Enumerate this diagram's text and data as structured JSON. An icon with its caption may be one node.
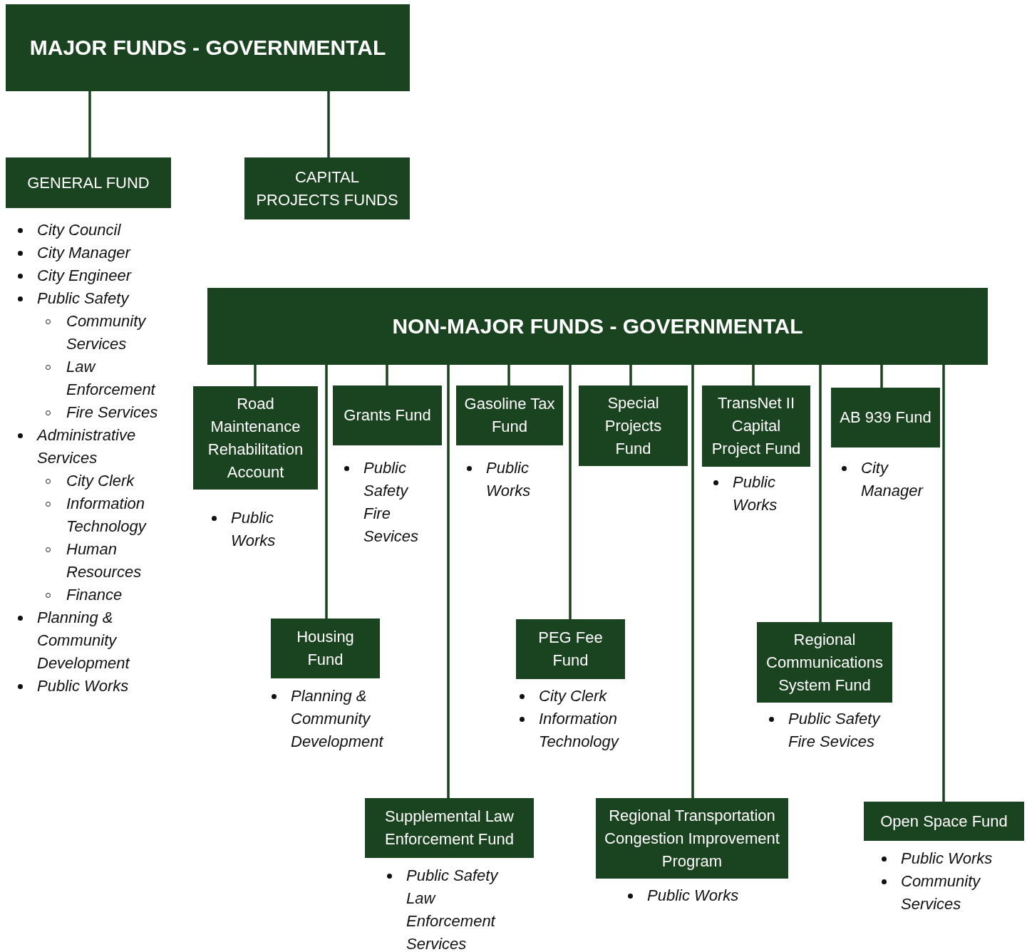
{
  "diagram": {
    "nodes": [
      {
        "text": [
          "MAJOR FUNDS - GOVERNMENTAL"
        ]
      },
      {
        "text": [
          "GENERAL FUND"
        ],
        "beside": [
          "City Council",
          "City Manager",
          "City Engineer",
          "Public Safety",
          "Community Services",
          "Law Enforcement",
          "Fire Services",
          "Administrative Services",
          "City Clerk",
          "Information Technology",
          "Human Resources",
          "Finance",
          "Planning & Community Development",
          "Public Works"
        ]
      },
      {
        "text": [
          "CAPITAL PROJECTS FUNDS"
        ]
      },
      {
        "text": [
          "NON-MAJOR FUNDS - GOVERNMENTAL"
        ]
      },
      {
        "text": [
          "Road Maintenance Rehabilitation Account"
        ],
        "beside": [
          "Public Works"
        ]
      },
      {
        "text": [
          "Grants Fund"
        ],
        "beside": [
          "Public Safety Fire Sevices"
        ]
      },
      {
        "text": [
          "Gasoline Tax Fund"
        ],
        "beside": [
          "Public Works"
        ]
      },
      {
        "text": [
          "Special Projects Fund"
        ]
      },
      {
        "text": [
          "TransNet II Capital Project Fund"
        ],
        "beside": [
          "Public Works"
        ]
      },
      {
        "text": [
          "AB 939 Fund"
        ],
        "beside": [
          "City Manager"
        ]
      },
      {
        "text": [
          "Housing Fund"
        ],
        "beside": [
          "Planning & Community Development"
        ]
      },
      {
        "text": [
          "PEG Fee Fund"
        ],
        "beside": [
          "City Clerk",
          "Information Technology"
        ]
      },
      {
        "text": [
          "Regional Communications System Fund"
        ],
        "beside": [
          "Public Safety Fire Sevices"
        ]
      },
      {
        "text": [
          "Supplemental Law Enforcement Fund"
        ],
        "beside": [
          "Public Safety Law Enforcement Services"
        ]
      },
      {
        "text": [
          "Regional Transportation Congestion Improvement Program"
        ],
        "beside": [
          "Public Works"
        ]
      },
      {
        "text": [
          "Open Space Fund"
        ],
        "beside": [
          "Public Works",
          "Community Services"
        ]
      }
    ],
    "edges": [
      {
        "from": 0,
        "to": 1,
        "arrow": "none"
      },
      {
        "from": 0,
        "to": 2,
        "arrow": "none"
      },
      {
        "from": 3,
        "to": 4,
        "arrow": "none"
      },
      {
        "from": 3,
        "to": 10,
        "arrow": "none"
      },
      {
        "from": 3,
        "to": 5,
        "arrow": "none"
      },
      {
        "from": 3,
        "to": 13,
        "arrow": "none"
      },
      {
        "from": 3,
        "to": 6,
        "arrow": "none"
      },
      {
        "from": 3,
        "to": 11,
        "arrow": "none"
      },
      {
        "from": 3,
        "to": 7,
        "arrow": "none"
      },
      {
        "from": 3,
        "to": 14,
        "arrow": "none"
      },
      {
        "from": 3,
        "to": 8,
        "arrow": "none"
      },
      {
        "from": 3,
        "to": 12,
        "arrow": "none"
      },
      {
        "from": 3,
        "to": 9,
        "arrow": "none"
      },
      {
        "from": 3,
        "to": 15,
        "arrow": "none"
      }
    ]
  }
}
